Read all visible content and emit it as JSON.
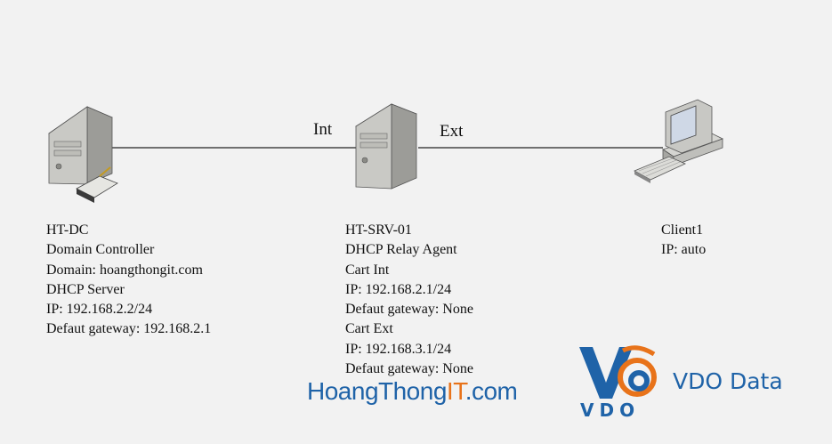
{
  "links": {
    "int_label": "Int",
    "ext_label": "Ext"
  },
  "nodes": [
    {
      "icon": "server-dhcp-icon",
      "lines": [
        "HT-DC",
        "Domain Controller",
        "Domain: hoangthongit.com",
        "DHCP Server",
        "IP: 192.168.2.2/24",
        "Defaut gateway: 192.168.2.1"
      ]
    },
    {
      "icon": "server-icon",
      "lines": [
        "HT-SRV-01",
        "DHCP Relay Agent",
        "Cart Int",
        "IP: 192.168.2.1/24",
        "Defaut gateway: None",
        "Cart Ext",
        "IP: 192.168.3.1/24",
        "Defaut gateway: None"
      ]
    },
    {
      "icon": "desktop-computer-icon",
      "lines": [
        "Client1",
        "IP: auto"
      ]
    }
  ],
  "watermark": {
    "part1": "HoangThong",
    "part2": "IT",
    "part3": ".com"
  },
  "brand": {
    "logo_text": "VDO",
    "name": "VDO Data",
    "colors": {
      "blue": "#1f63a8",
      "orange": "#e8731a"
    }
  }
}
